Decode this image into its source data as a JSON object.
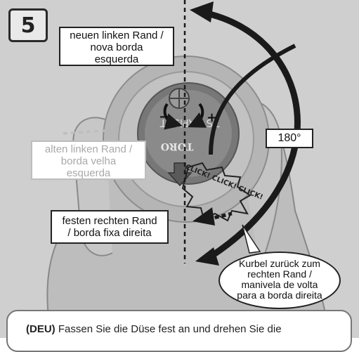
{
  "step": {
    "number": "5"
  },
  "callouts": {
    "new_edge": [
      "neuen linken Rand /",
      "nova borda",
      "esquerda"
    ],
    "old_edge": [
      "alten linken Rand /",
      "borda velha",
      "esquerda"
    ],
    "fixed_edge": [
      "festen rechten Rand",
      "/ borda fixa direita"
    ],
    "angle": "180°",
    "return": [
      "Kurbel zurück zum",
      "rechten Rand /",
      "manivela de volta",
      "para a borda direita"
    ]
  },
  "nozzle": {
    "label": "TORO",
    "text": "TS RAPiSET",
    "clicks": "CLICK! CLICK! CLICK!"
  },
  "instruction": {
    "lang": "(DEU)",
    "text": "Fassen Sie die Düse fest an und drehen Sie die"
  },
  "colors": {
    "panel": "#cfcfcf",
    "dark": "#222222",
    "grey_text": "#a9a9a9"
  }
}
